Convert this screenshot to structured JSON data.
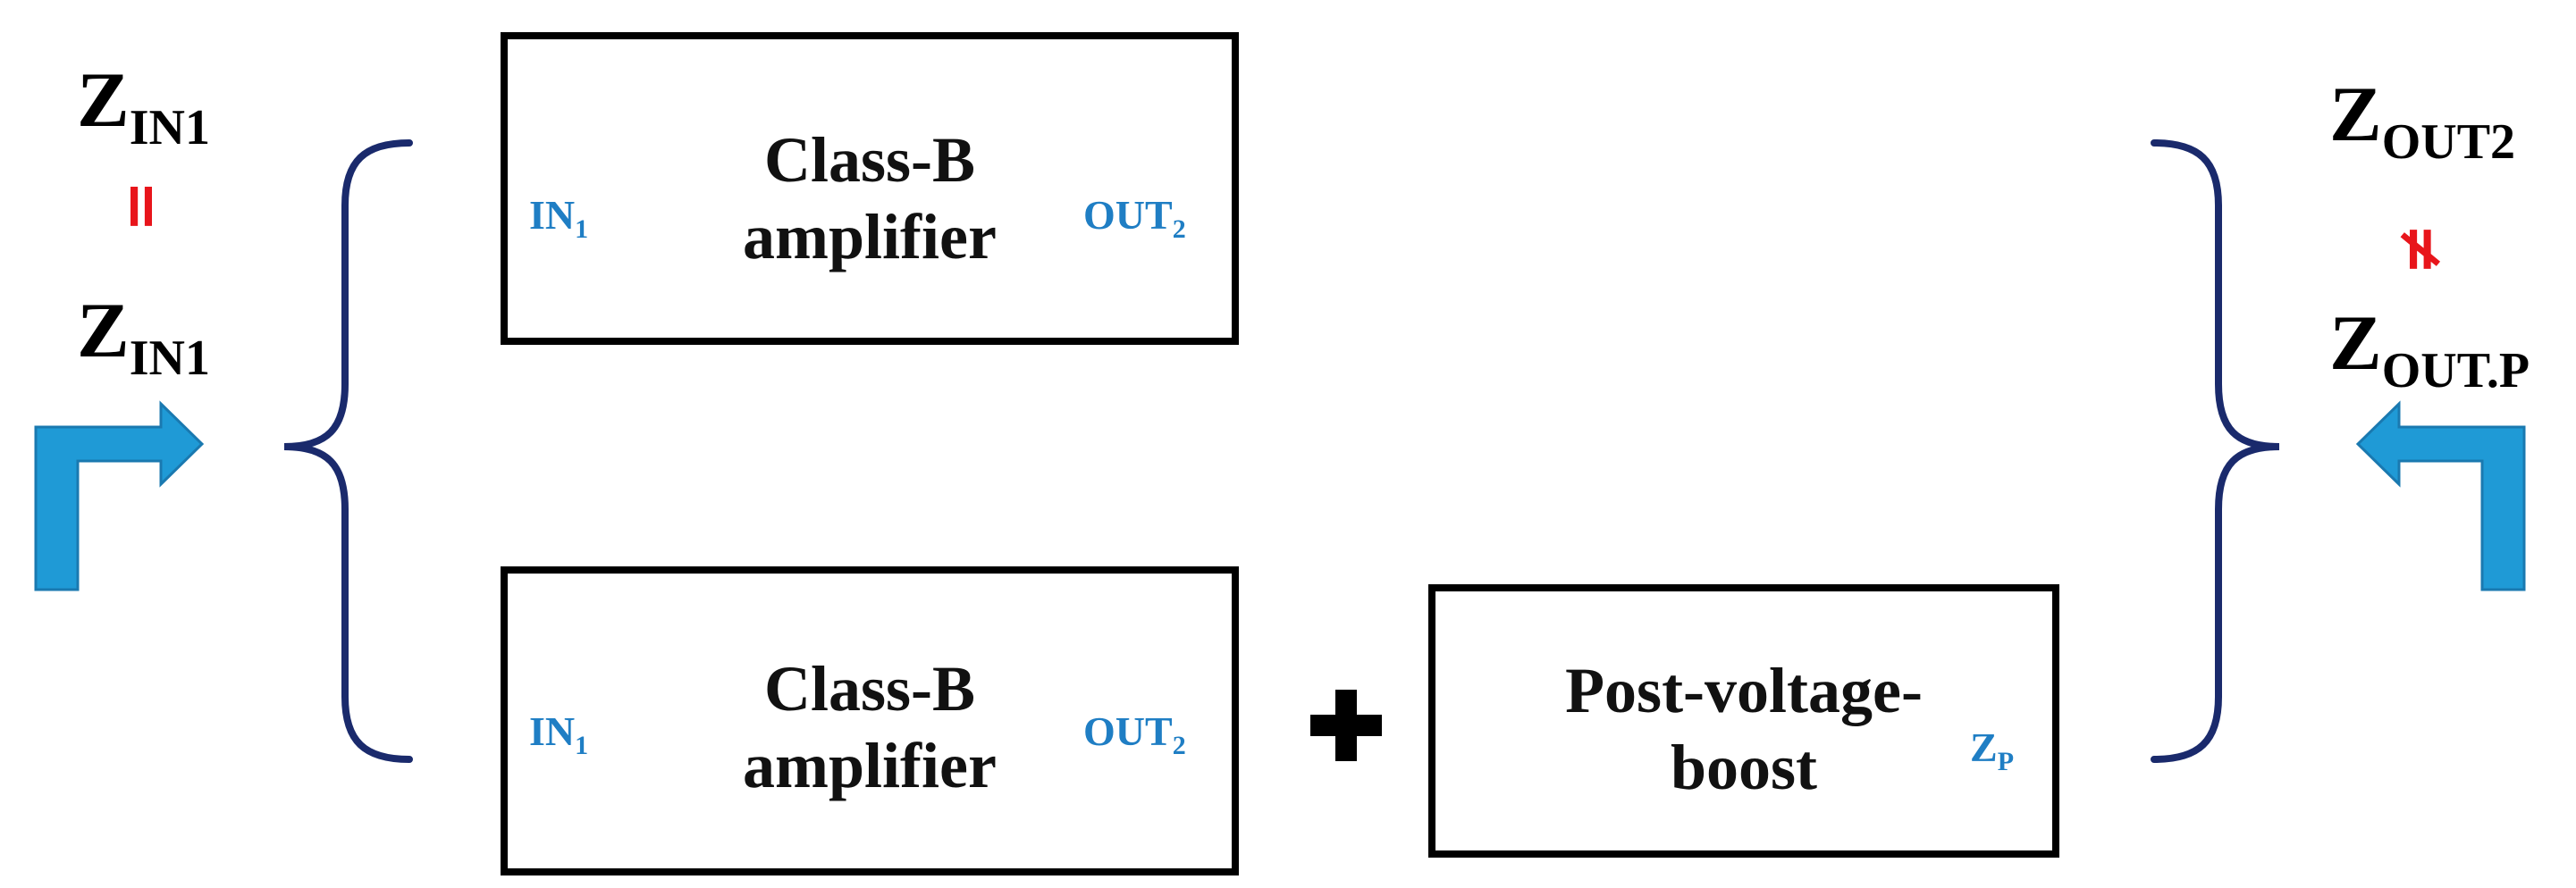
{
  "diagram": {
    "left_impedance": {
      "top": {
        "main": "Z",
        "sub": "IN1"
      },
      "relation_symbol": "=",
      "bottom": {
        "main": "Z",
        "sub": "IN1"
      }
    },
    "right_impedance": {
      "top": {
        "main": "Z",
        "sub": "OUT2"
      },
      "relation_symbol": "≠",
      "bottom": {
        "main": "Z",
        "sub": "OUT.P"
      }
    },
    "blocks": [
      {
        "title_line1": "Class-B",
        "title_line2": "amplifier",
        "in_label": "IN",
        "in_sub": "1",
        "out_label": "OUT",
        "out_sub": "2"
      },
      {
        "title_line1": "Class-B",
        "title_line2": "amplifier",
        "in_label": "IN",
        "in_sub": "1",
        "out_label": "OUT",
        "out_sub": "2"
      },
      {
        "title_line1": "Post-voltage-",
        "title_line2": "boost",
        "port_label": "Z",
        "port_sub": "P"
      }
    ],
    "plus_symbol": "+",
    "colors": {
      "arrow": "#1f9ad6",
      "arrow_stroke": "#1a79b0",
      "brace": "#1a2a6c",
      "port_text": "#1f7ec4",
      "relation": "#e8151b",
      "box_border": "#000000"
    },
    "icons": [
      "bent-arrow-right-icon",
      "bent-arrow-left-icon",
      "left-curly-brace",
      "right-curly-brace",
      "plus-icon"
    ]
  }
}
